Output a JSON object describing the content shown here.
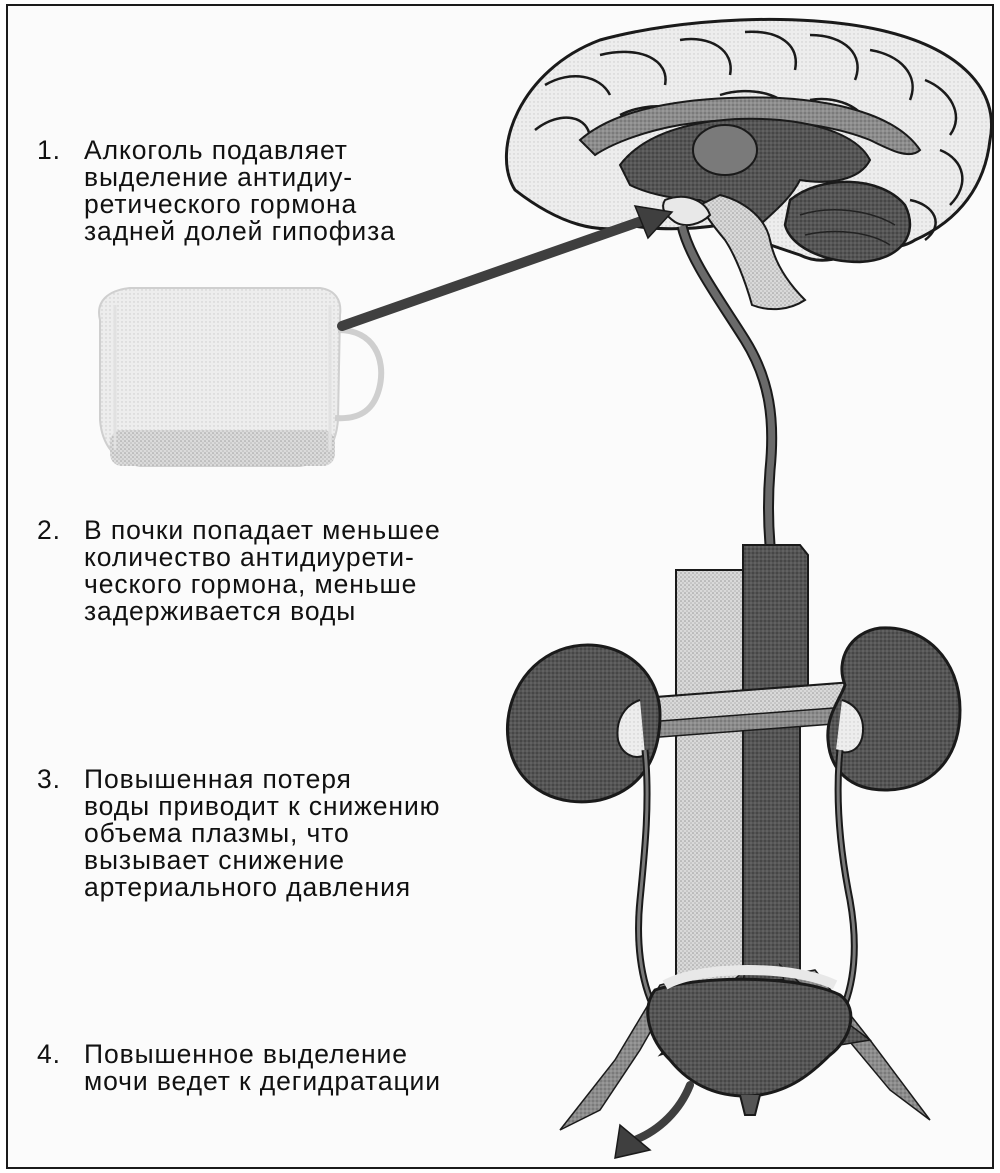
{
  "steps": [
    {
      "number": "1.",
      "lines": [
        "Алкоголь подавляет",
        "выделение антидиу-",
        "ретического гормона",
        "задней долей гипофиза"
      ]
    },
    {
      "number": "2.",
      "lines": [
        "В почки попадает меньшее",
        "количество антидиурети-",
        "ческого гормона, меньше",
        "задерживается воды"
      ]
    },
    {
      "number": "3.",
      "lines": [
        "Повышенная потеря",
        "воды приводит к снижению",
        "объема плазмы, что",
        "вызывает снижение",
        "артериального давления"
      ]
    },
    {
      "number": "4.",
      "lines": [
        "Повышенное выделение",
        "мочи ведет к дегидратации"
      ]
    }
  ],
  "colors": {
    "dark_tissue": "#4a4a4a",
    "medium_tissue": "#8a8a8a",
    "light_tissue": "#c8c8c8",
    "pale_tissue": "#e6e6e6",
    "outline": "#1a1a1a"
  }
}
